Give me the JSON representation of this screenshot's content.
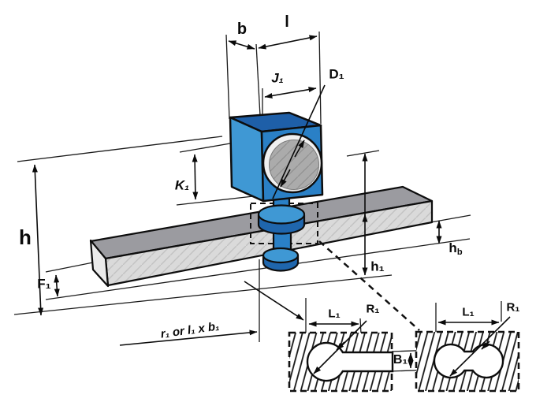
{
  "diagram": {
    "title": "guide-wheel-carriage-and-rail-dimension-drawing",
    "labels": {
      "b": "b",
      "l": "l",
      "j1": "J₁",
      "d1": "D₁",
      "k1": "K₁",
      "h": "h",
      "f1": "F₁",
      "h1": "h₁",
      "hb": {
        "base": "h",
        "sub": "b"
      },
      "r1_formula": "r₁ or l₁ x b₁",
      "l1_left": "L₁",
      "r1_left": "R₁",
      "l1_right": "L₁",
      "r1_right": "R₁",
      "b1": "B₁"
    },
    "colors": {
      "block_left_face": "#3f98d4",
      "block_front_face": "#2a80c6",
      "block_top_face": "#1e5fa8",
      "flange_dark": "#1f66ad",
      "rail_front": "#dadada",
      "rail_top": "#9b9ba0",
      "rail_end": "#ebebeb",
      "roller_gray": "#ababab",
      "outline": "#0d0d0d"
    }
  }
}
